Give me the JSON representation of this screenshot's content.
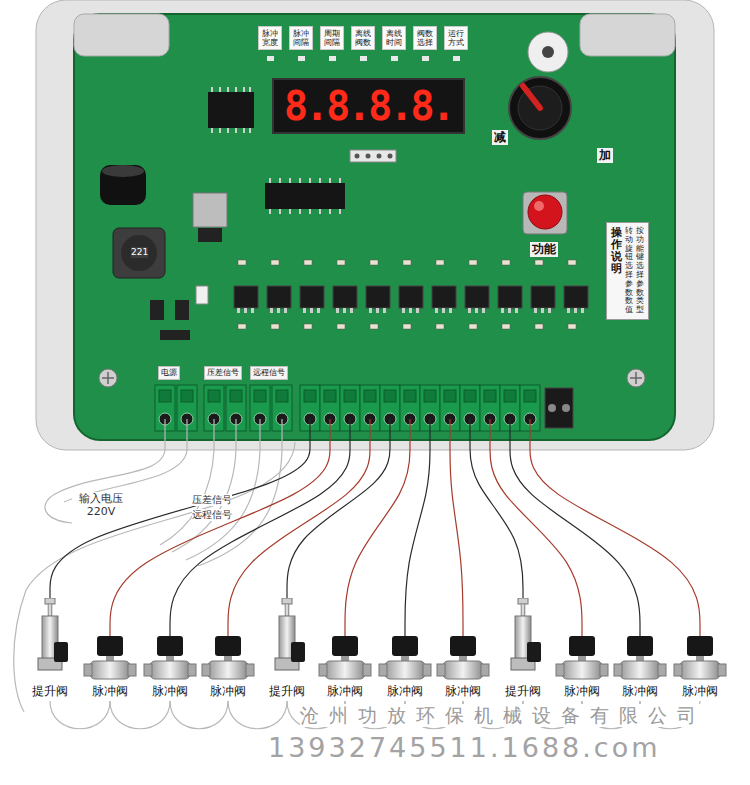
{
  "diagram": {
    "nodes": [
      {
        "text": [
          "减",
          "加",
          "功能"
        ]
      },
      {
        "text": [
          "脉冲宽度"
        ],
        "in": 0
      },
      {
        "text": [
          "脉冲间隔"
        ],
        "in": 0
      },
      {
        "text": [
          "周期间隔"
        ],
        "in": 0
      },
      {
        "text": [
          "离线阀数"
        ],
        "in": 0
      },
      {
        "text": [
          "离线时间"
        ],
        "in": 0
      },
      {
        "text": [
          "阀数选择"
        ],
        "in": 0
      },
      {
        "text": [
          "运行方式"
        ],
        "in": 0
      },
      {
        "text": [
          "8.8.8.8."
        ],
        "in": 0
      },
      {
        "text": [
          "操作说明",
          "转动旋钮选择参数数值",
          "按功能键选择参数类型"
        ],
        "in": 0
      },
      {
        "text": [
          "电源"
        ],
        "in": 0
      },
      {
        "text": [
          "压差信号"
        ],
        "in": 0
      },
      {
        "text": [
          "远程信号"
        ],
        "in": 0
      },
      {
        "text": [
          "提升阀"
        ]
      },
      {
        "text": [
          "脉冲阀"
        ]
      },
      {
        "text": [
          "脉冲阀"
        ]
      },
      {
        "text": [
          "脉冲阀"
        ]
      },
      {
        "text": [
          "提升阀"
        ]
      },
      {
        "text": [
          "脉冲阀"
        ]
      },
      {
        "text": [
          "脉冲阀"
        ]
      },
      {
        "text": [
          "脉冲阀"
        ]
      },
      {
        "text": [
          "提升阀"
        ]
      },
      {
        "text": [
          "脉冲阀"
        ]
      },
      {
        "text": [
          "脉冲阀"
        ]
      },
      {
        "text": [
          "脉冲阀"
        ]
      }
    ],
    "edges": [
      {
        "from": 0,
        "to": 13,
        "arrow": "none"
      },
      {
        "from": 0,
        "to": 14,
        "arrow": "none"
      },
      {
        "from": 0,
        "to": 15,
        "arrow": "none"
      },
      {
        "from": 0,
        "to": 16,
        "arrow": "none"
      },
      {
        "from": 0,
        "to": 17,
        "arrow": "none"
      },
      {
        "from": 0,
        "to": 18,
        "arrow": "none"
      },
      {
        "from": 0,
        "to": 19,
        "arrow": "none"
      },
      {
        "from": 0,
        "to": 20,
        "arrow": "none"
      },
      {
        "from": 0,
        "to": 21,
        "arrow": "none"
      },
      {
        "from": 0,
        "to": 22,
        "arrow": "none"
      },
      {
        "from": 0,
        "to": 23,
        "arrow": "none"
      },
      {
        "from": 0,
        "to": 24,
        "arrow": "none"
      }
    ],
    "labels": [
      "输入电压 220V",
      "压差信号",
      "远程信号",
      "221",
      "沧州功放环保机械设备有限公司",
      "13932745511.1688.com"
    ]
  }
}
